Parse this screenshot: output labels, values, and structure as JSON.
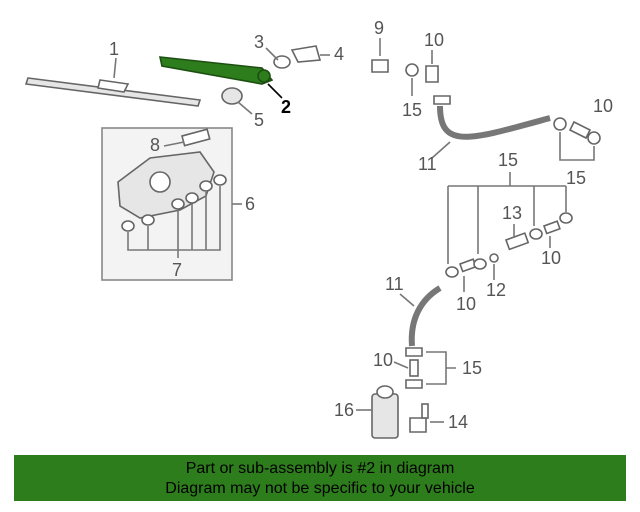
{
  "labels": {
    "c1": "1",
    "c2": "2",
    "c3": "3",
    "c4": "4",
    "c5": "5",
    "c6": "6",
    "c7": "7",
    "c8": "8",
    "c9": "9",
    "c10a": "10",
    "c10b": "10",
    "c10c": "10",
    "c10d": "10",
    "c10e": "10",
    "c11a": "11",
    "c11b": "11",
    "c12": "12",
    "c13": "13",
    "c14": "14",
    "c15a": "15",
    "c15b": "15",
    "c15c": "15",
    "c15d": "15",
    "c16": "16"
  },
  "banner": {
    "line1": "Part or sub-assembly is #2 in diagram",
    "line2": "Diagram may not be specific to your vehicle"
  },
  "colors": {
    "highlight": "#2e7d1d",
    "line": "#777777"
  }
}
